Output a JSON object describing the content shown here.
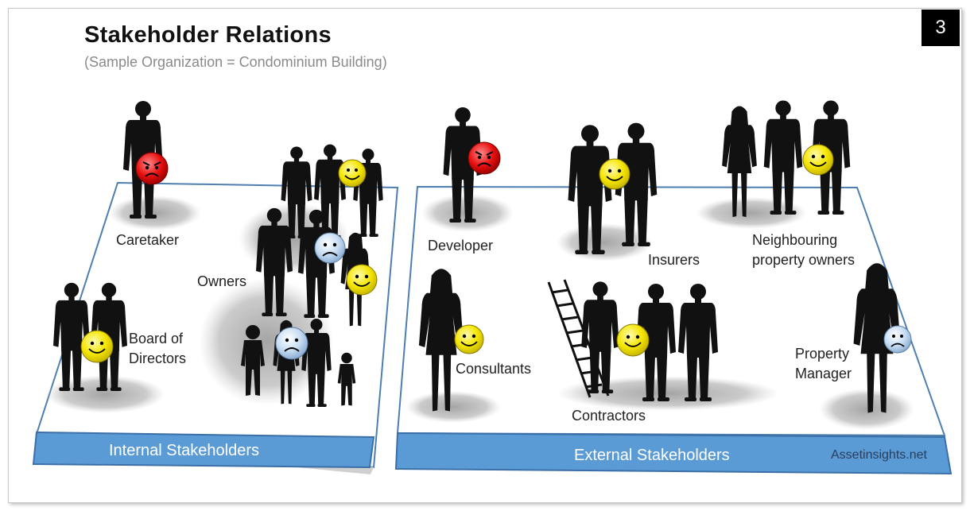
{
  "header": {
    "title": "Stakeholder Relations",
    "subtitle": "(Sample Organization = Condominium Building)",
    "slide_number": "3"
  },
  "internal": {
    "band_label": "Internal Stakeholders",
    "groups": [
      {
        "label": "Caretaker",
        "mood": "unhappy"
      },
      {
        "label": "Owners",
        "mood": "mixed"
      },
      {
        "label_line1": "Board of",
        "label_line2": "Directors",
        "mood": "happy"
      }
    ]
  },
  "external": {
    "band_label": "External Stakeholders",
    "groups": [
      {
        "label": "Developer",
        "mood": "unhappy"
      },
      {
        "label": "Insurers",
        "mood": "happy"
      },
      {
        "label_line1": "Neighbouring",
        "label_line2": "property owners",
        "mood": "happy"
      },
      {
        "label": "Consultants",
        "mood": "happy"
      },
      {
        "label": "Contractors",
        "mood": "happy"
      },
      {
        "label_line1": "Property",
        "label_line2": "Manager",
        "mood": "concerned"
      }
    ]
  },
  "credit": "Assetinsights.net",
  "legend_colors": {
    "happy": "#f5e600",
    "unhappy": "#e81010",
    "concerned": "#c6dcf2",
    "band": "#5b9bd5"
  }
}
